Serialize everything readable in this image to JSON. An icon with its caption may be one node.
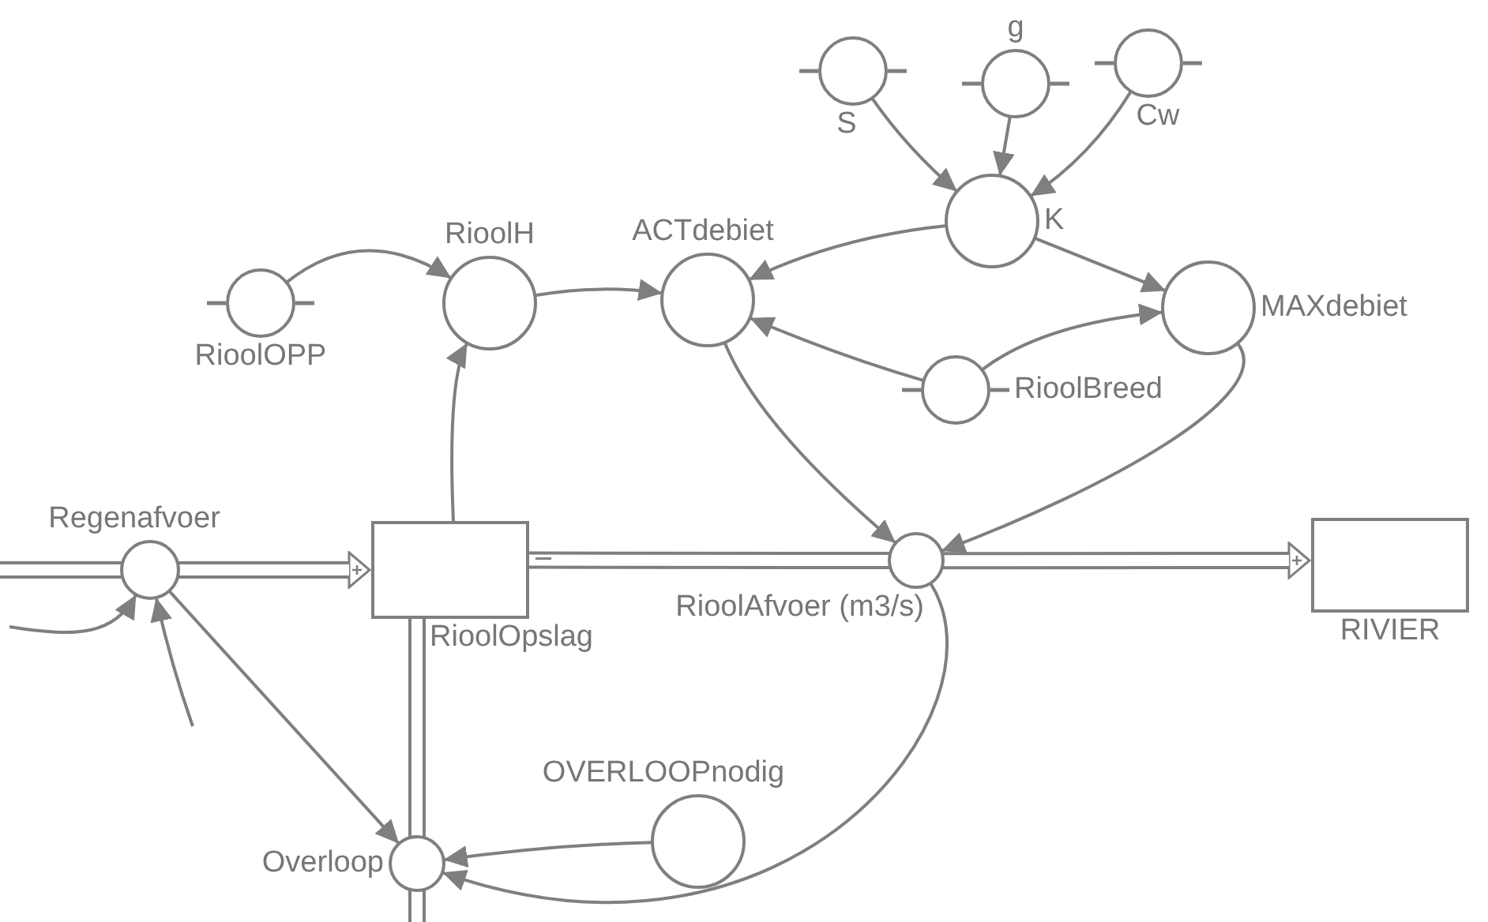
{
  "diagram": {
    "nodes": [
      {
        "text": [
          "RioolOPP"
        ]
      },
      {
        "text": [
          "RioolH"
        ]
      },
      {
        "text": [
          "ACTdebiet"
        ]
      },
      {
        "text": [
          "S"
        ]
      },
      {
        "text": [
          "g"
        ]
      },
      {
        "text": [
          "Cw"
        ]
      },
      {
        "text": [
          "K"
        ]
      },
      {
        "text": [
          "MAXdebiet"
        ]
      },
      {
        "text": [
          "RioolBreed"
        ]
      },
      {
        "text": [
          "Regenafvoer"
        ]
      },
      {
        "text": [
          "RioolOpslag"
        ]
      },
      {
        "text": [
          "RioolAfvoer (m3/s)"
        ]
      },
      {
        "text": [
          "RIVIER"
        ]
      },
      {
        "text": [
          "OVERLOOPnodig"
        ]
      },
      {
        "text": [
          "Overloop"
        ]
      }
    ],
    "edges": [
      {
        "from": null,
        "to": 9,
        "arrow": "none",
        "style": "thick"
      },
      {
        "from": 9,
        "to": 10,
        "arrow": "to",
        "style": "thick"
      },
      {
        "from": 10,
        "to": 11,
        "arrow": "none",
        "style": "thick"
      },
      {
        "from": 11,
        "to": 12,
        "arrow": "to",
        "style": "thick"
      },
      {
        "from": 10,
        "to": 14,
        "arrow": "none",
        "style": "thick"
      },
      {
        "from": 14,
        "to": null,
        "arrow": "none",
        "style": "thick"
      },
      {
        "from": 0,
        "to": 1,
        "arrow": "to"
      },
      {
        "from": 10,
        "to": 1,
        "arrow": "to"
      },
      {
        "from": 1,
        "to": 2,
        "arrow": "to"
      },
      {
        "from": 3,
        "to": 6,
        "arrow": "to"
      },
      {
        "from": 4,
        "to": 6,
        "arrow": "to"
      },
      {
        "from": 5,
        "to": 6,
        "arrow": "to"
      },
      {
        "from": 6,
        "to": 2,
        "arrow": "to"
      },
      {
        "from": 6,
        "to": 7,
        "arrow": "to"
      },
      {
        "from": 8,
        "to": 2,
        "arrow": "to"
      },
      {
        "from": 8,
        "to": 7,
        "arrow": "to"
      },
      {
        "from": 2,
        "to": 11,
        "arrow": "to"
      },
      {
        "from": 7,
        "to": 11,
        "arrow": "to"
      },
      {
        "from": 11,
        "to": 14,
        "arrow": "to"
      },
      {
        "from": 13,
        "to": 14,
        "arrow": "to"
      },
      {
        "from": 9,
        "to": 14,
        "arrow": "to"
      },
      {
        "from": null,
        "to": 9,
        "arrow": "to"
      },
      {
        "from": null,
        "to": 9,
        "arrow": "to"
      }
    ]
  }
}
